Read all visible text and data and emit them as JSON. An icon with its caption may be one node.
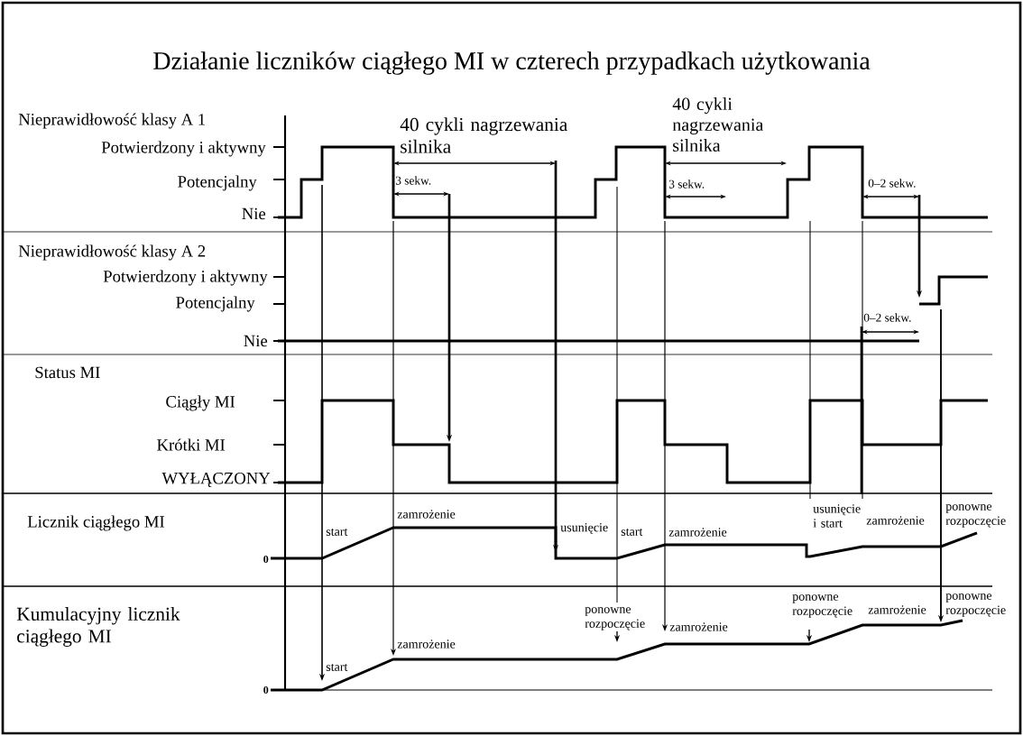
{
  "diagram": {
    "title": "Działanie liczników ciągłego MI w czterech przypadkach użytkowania",
    "labels": [
      "Nieprawidłowość klasy A 1",
      "Potwierdzony i aktywny",
      "Potencjalny",
      "Nie",
      "40 cykli nagrzewania silnika",
      "3 sekw.",
      "40 cykli nagrzewania silnika",
      "3 sekw.",
      "0–2 sekw.",
      "Nieprawidłowość klasy A 2",
      "Potwierdzony i aktywny",
      "Potencjalny",
      "Nie",
      "0–2 sekw.",
      "Status MI",
      "Ciągły MI",
      "Krótki MI",
      "WYŁĄCZONY",
      "Licznik ciągłego MI",
      "0",
      "start",
      "zamrożenie",
      "usunięcie",
      "start",
      "zamrożenie",
      "usunięcie i start",
      "zamrożenie",
      "ponowne rozpoczęcie",
      "Kumulacyjny licznik ciągłego MI",
      "0",
      "start",
      "zamrożenie",
      "ponowne rozpoczęcie",
      "zamrożenie",
      "ponowne rozpoczęcie",
      "zamrożenie",
      "ponowne rozpoczęcie"
    ]
  }
}
